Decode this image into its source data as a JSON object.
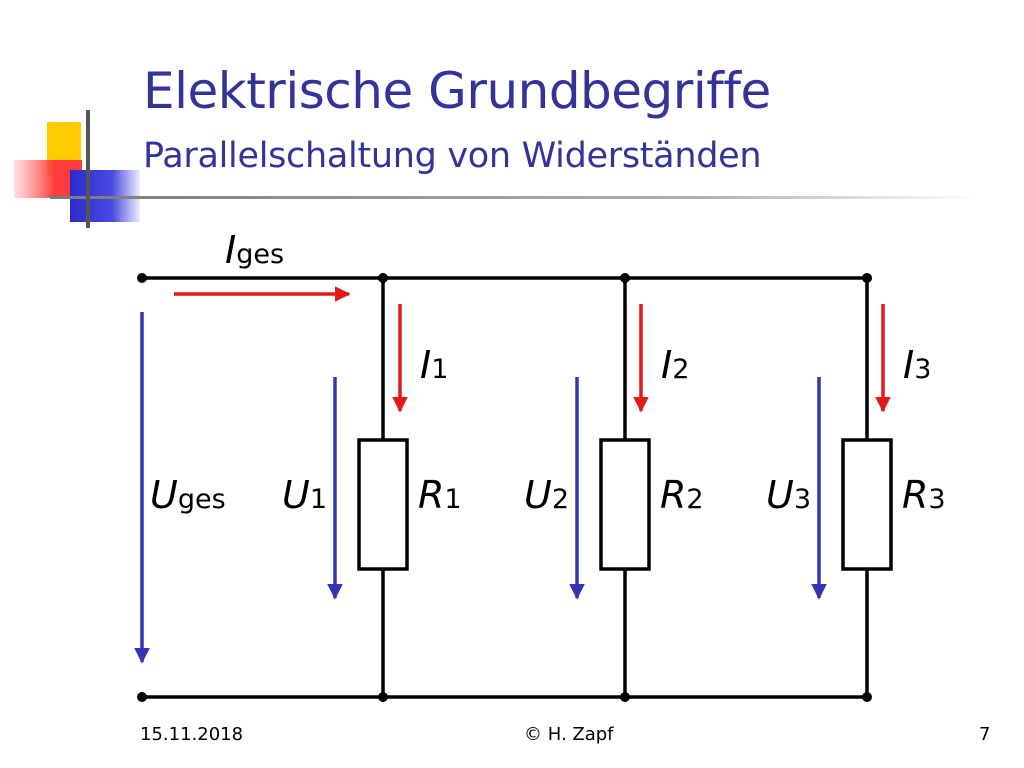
{
  "slide": {
    "title": "Elektrische Grundbegriffe",
    "subtitle": "Parallelschaltung von Widerständen"
  },
  "colors": {
    "title": "#33339a",
    "current_arrow": "#e11a1a",
    "voltage_arrow": "#3333b3",
    "wire": "#000000"
  },
  "diagram": {
    "total_current": {
      "symbol": "I",
      "index": "ges"
    },
    "total_voltage": {
      "symbol": "U",
      "index": "ges"
    },
    "branches": [
      {
        "current": {
          "symbol": "I",
          "index": "1"
        },
        "voltage": {
          "symbol": "U",
          "index": "1"
        },
        "resistor": {
          "symbol": "R",
          "index": "1"
        }
      },
      {
        "current": {
          "symbol": "I",
          "index": "2"
        },
        "voltage": {
          "symbol": "U",
          "index": "2"
        },
        "resistor": {
          "symbol": "R",
          "index": "2"
        }
      },
      {
        "current": {
          "symbol": "I",
          "index": "3"
        },
        "voltage": {
          "symbol": "U",
          "index": "3"
        },
        "resistor": {
          "symbol": "R",
          "index": "3"
        }
      }
    ]
  },
  "footer": {
    "date": "15.11.2018",
    "author": "© H. Zapf",
    "page": "7"
  }
}
